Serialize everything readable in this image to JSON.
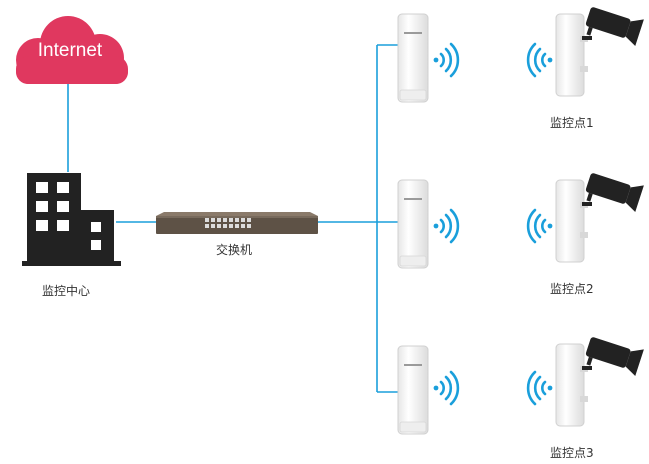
{
  "cloud": {
    "label": "Internet"
  },
  "center": {
    "label": "监控中心"
  },
  "switch": {
    "label": "交换机"
  },
  "points": [
    {
      "label": "监控点1"
    },
    {
      "label": "监控点2"
    },
    {
      "label": "监控点3"
    }
  ],
  "colors": {
    "cloud": "#e0385f",
    "link": "#1a9fdb",
    "building": "#222222",
    "wifi": "#1a9fdb",
    "camera": "#222222",
    "device": "#f4f4f4"
  }
}
